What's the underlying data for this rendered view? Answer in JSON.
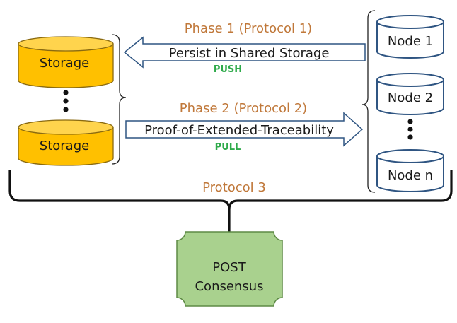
{
  "storages": [
    {
      "label": "Storage"
    },
    {
      "label": "Storage"
    }
  ],
  "nodes": [
    {
      "label": "Node 1"
    },
    {
      "label": "Node 2"
    },
    {
      "label": "Node n"
    }
  ],
  "phase1": {
    "title": "Phase 1 (Protocol 1)",
    "arrow_label": "Persist in Shared Storage",
    "mode": "PUSH"
  },
  "phase2": {
    "title": "Phase 2 (Protocol 2)",
    "arrow_label": "Proof-of-Extended-Traceability",
    "mode": "PULL"
  },
  "protocol3": {
    "label": "Protocol 3"
  },
  "consensus": {
    "line1": "POST",
    "line2": "Consensus"
  },
  "colors": {
    "storage_fill": "#ffc000",
    "storage_stroke": "#8a6a10",
    "node_stroke": "#2f5582",
    "phase_text": "#c0783a",
    "mode_text": "#2eaa4a",
    "consensus_fill": "#a9d18e",
    "consensus_stroke": "#5e8a45"
  }
}
